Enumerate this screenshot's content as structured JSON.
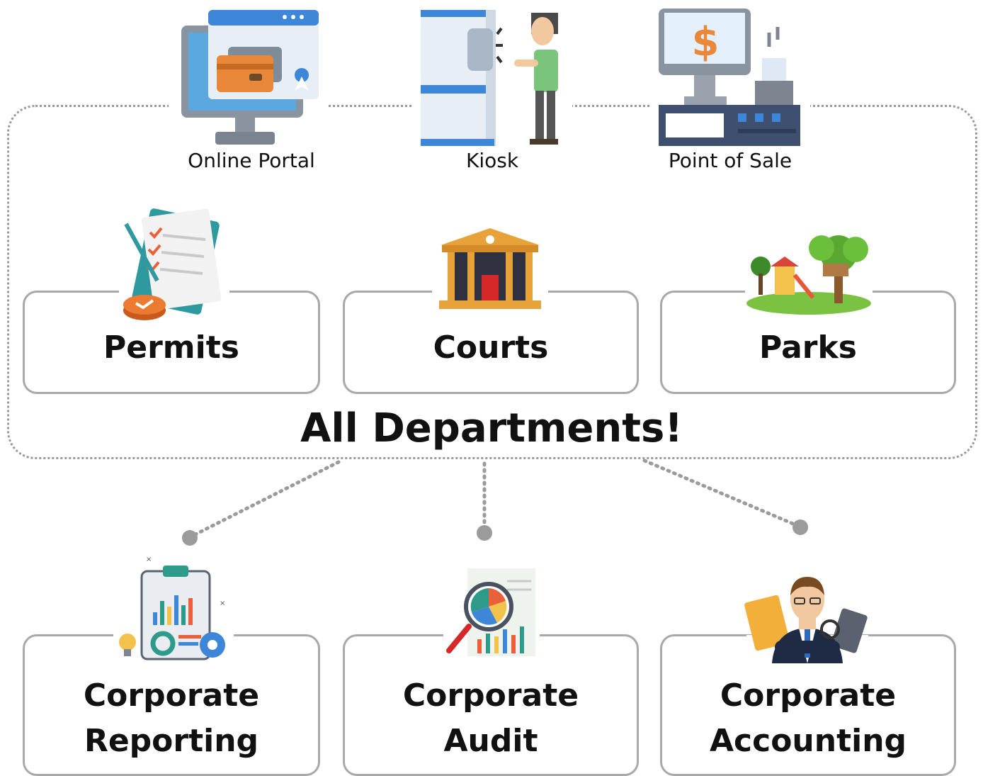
{
  "channels": [
    {
      "label": "Online Portal",
      "icon": "online-portal-monitor-icon"
    },
    {
      "label": "Kiosk",
      "icon": "kiosk-icon"
    },
    {
      "label": "Point of Sale",
      "icon": "point-of-sale-register-icon"
    }
  ],
  "departments": [
    {
      "label": "Permits",
      "icon": "permit-checklist-icon"
    },
    {
      "label": "Courts",
      "icon": "courthouse-icon"
    },
    {
      "label": "Parks",
      "icon": "park-playground-icon"
    }
  ],
  "group_title": "All Departments!",
  "corporate": [
    {
      "line1": "Corporate",
      "line2": "Reporting",
      "icon": "reporting-clipboard-icon"
    },
    {
      "line1": "Corporate",
      "line2": "Audit",
      "icon": "audit-magnifier-icon"
    },
    {
      "line1": "Corporate",
      "line2": "Accounting",
      "icon": "accountant-icon"
    }
  ],
  "colors": {
    "border": "#a9a9a9",
    "dotted": "#9a9a9a",
    "connector_dot": "#9b9b9b"
  }
}
